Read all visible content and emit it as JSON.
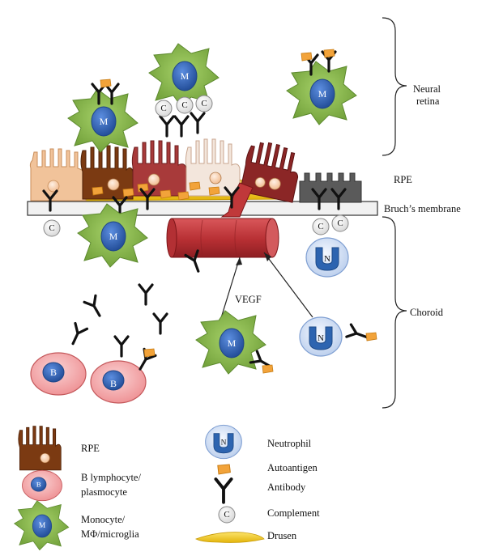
{
  "regions": {
    "neural_retina": "Neural\nretina",
    "rpe": "RPE",
    "bruchs": "Bruch’s membrane",
    "choroid": "Choroid",
    "vegf": "VEGF"
  },
  "letters": {
    "monocyte": "M",
    "b_cell": "B",
    "neutrophil": "N",
    "complement": "C"
  },
  "legend": {
    "rpe": "RPE",
    "b_cell": "B lymphocyte/\nplasmocyte",
    "monocyte": "Monocyte/\nMΦ/microglia",
    "neutrophil": "Neutrophil",
    "autoantigen": "Autoantigen",
    "antibody": "Antibody",
    "complement": "Complement",
    "drusen": "Drusen"
  },
  "colors": {
    "monocyte_fill": "#8dbd4f",
    "monocyte_nucleus": "#3565b8",
    "b_cell_fill": "#f4a9aa",
    "neutrophil_fill": "#dbe6f5",
    "neutrophil_nucleus": "#2d64b0",
    "autoantigen": "#f2a33a",
    "drusen": "#f2cb1a",
    "vessel": "#c0383a",
    "rpe_brown": "#7b3a12",
    "rpe_tan": "#f1c39a",
    "rpe_red": "#a83a3a",
    "rpe_gray": "#555555"
  }
}
